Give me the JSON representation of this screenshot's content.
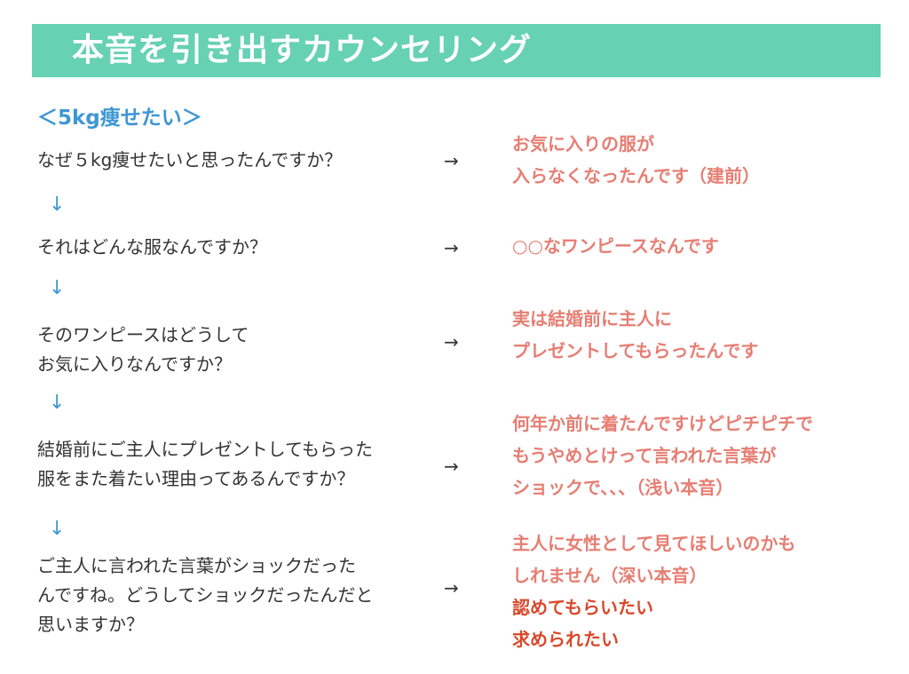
{
  "header": {
    "title": "本音を引き出すカウンセリング"
  },
  "section": {
    "heading": "＜5kg痩せたい＞"
  },
  "arrows": {
    "right": "→",
    "down": "↓"
  },
  "rows": [
    {
      "question": [
        "なぜ５kg痩せたいと思ったんですか？"
      ],
      "answer": [
        "お気に入りの服が",
        "入らなくなったんです（建前）"
      ]
    },
    {
      "question": [
        "それはどんな服なんですか？"
      ],
      "answer": [
        "○○なワンピースなんです"
      ]
    },
    {
      "question": [
        "そのワンピースはどうして",
        "お気に入りなんですか？"
      ],
      "answer": [
        "実は結婚前に主人に",
        "プレゼントしてもらったんです"
      ]
    },
    {
      "question": [
        "結婚前にご主人にプレゼントしてもらった",
        "服をまた着たい理由ってあるんですか？"
      ],
      "answer": [
        "何年か前に着たんですけどピチピチで",
        "もうやめとけって言われた言葉が",
        "ショックで、、、（浅い本音）"
      ]
    },
    {
      "question": [
        "ご主人に言われた言葉がショックだった",
        "んですね。どうしてショックだったんだと",
        "思いますか？"
      ],
      "answer": [
        "主人に女性として見てほしいのかも",
        "しれません（深い本音）"
      ],
      "answer_strong": [
        "認めてもらいたい",
        "求められたい"
      ]
    }
  ]
}
